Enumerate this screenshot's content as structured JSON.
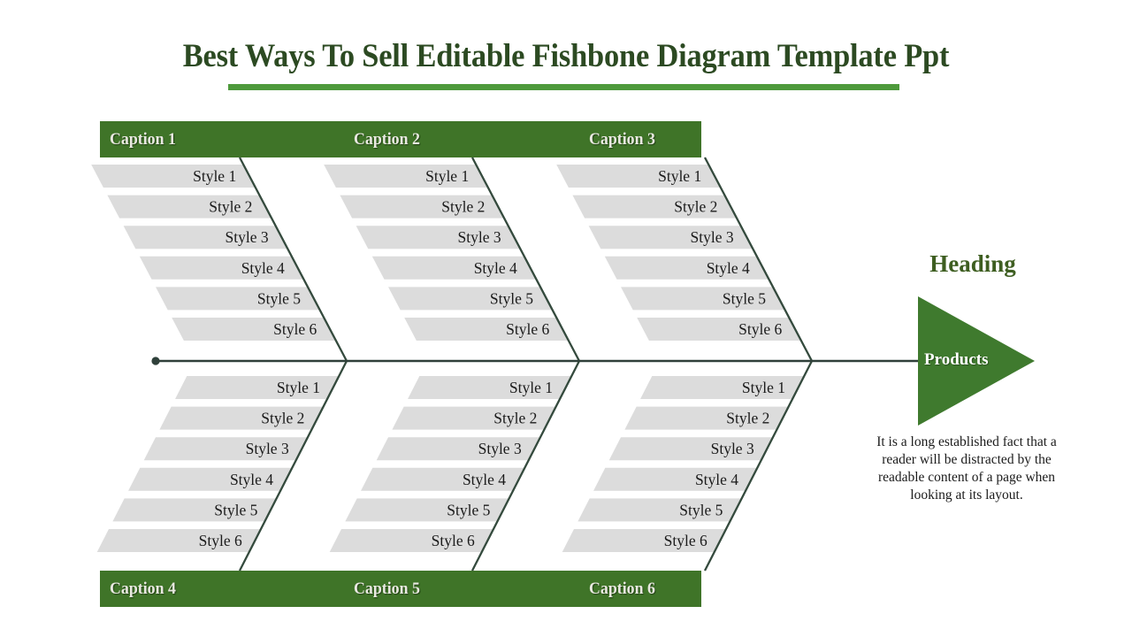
{
  "slide": {
    "title": "Best Ways To Sell Editable Fishbone Diagram Template Ppt",
    "background_color": "#FFFFFF",
    "accent_green": "#3F7428",
    "title_color": "#2C4A22",
    "rule_color": "#4E9A3C",
    "bar_color": "#DCDCDC",
    "bone_color": "#344A3D"
  },
  "diagram": {
    "type": "fishbone",
    "spine_start_label": "",
    "top_captions": [
      "Caption 1",
      "Caption 2",
      "Caption 3"
    ],
    "bottom_captions": [
      "Caption 4",
      "Caption 5",
      "Caption 6"
    ],
    "branches": [
      {
        "caption": "Caption 1",
        "position": "top",
        "items": [
          "Style 1",
          "Style 2",
          "Style 3",
          "Style 4",
          "Style 5",
          "Style 6"
        ]
      },
      {
        "caption": "Caption 2",
        "position": "top",
        "items": [
          "Style 1",
          "Style 2",
          "Style 3",
          "Style 4",
          "Style 5",
          "Style 6"
        ]
      },
      {
        "caption": "Caption 3",
        "position": "top",
        "items": [
          "Style 1",
          "Style 2",
          "Style 3",
          "Style 4",
          "Style 5",
          "Style 6"
        ]
      },
      {
        "caption": "Caption 4",
        "position": "bottom",
        "items": [
          "Style 1",
          "Style 2",
          "Style 3",
          "Style 4",
          "Style 5",
          "Style 6"
        ]
      },
      {
        "caption": "Caption 5",
        "position": "bottom",
        "items": [
          "Style 1",
          "Style 2",
          "Style 3",
          "Style 4",
          "Style 5",
          "Style 6"
        ]
      },
      {
        "caption": "Caption 6",
        "position": "bottom",
        "items": [
          "Style 1",
          "Style 2",
          "Style 3",
          "Style 4",
          "Style 5",
          "Style 6"
        ]
      }
    ]
  },
  "head": {
    "heading": "Heading",
    "arrow_label": "Products",
    "arrow_color": "#3F7A2E",
    "body_text": "It is a long established fact that a reader will be distracted by the readable content of a page when looking at its layout."
  }
}
